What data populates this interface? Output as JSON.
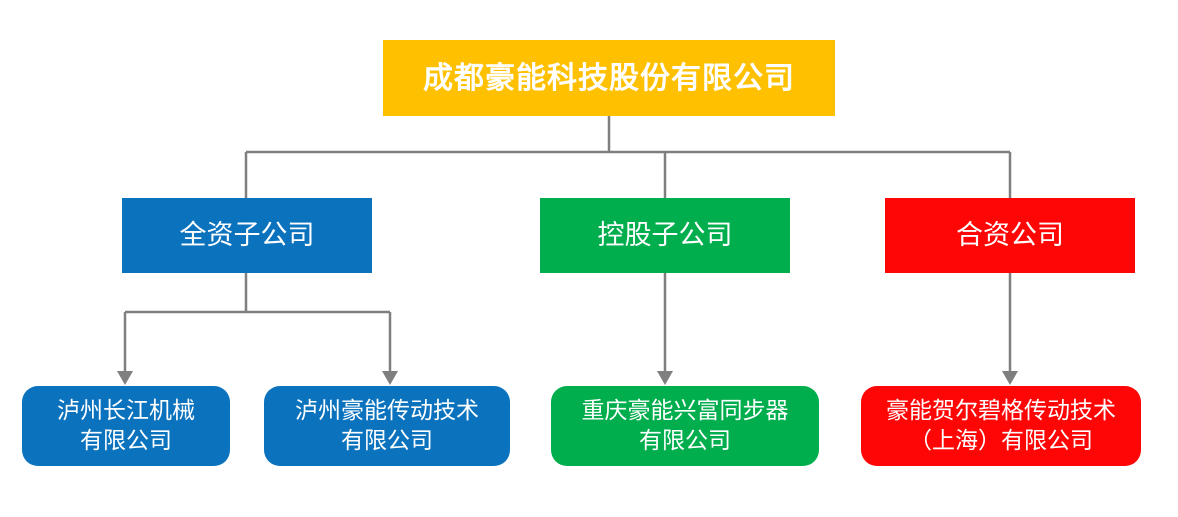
{
  "diagram": {
    "type": "org-chart",
    "background_color": "#FFFFFF",
    "connector_color": "#7F7F7F",
    "root": {
      "label": "成都豪能科技股份有限公司",
      "color": "#FFC000",
      "text_color": "#FFFFFF"
    },
    "groups": [
      {
        "label": "全资子公司",
        "color": "#0B72BE",
        "text_color": "#FFFFFF"
      },
      {
        "label": "控股子公司",
        "color": "#00AE4D",
        "text_color": "#FFFFFF"
      },
      {
        "label": "合资公司",
        "color": "#FE0606",
        "text_color": "#FFFFFF"
      }
    ],
    "subsidiaries": [
      {
        "line1": "泸州长江机械",
        "line2": "有限公司",
        "parent": "全资子公司",
        "color": "#0B72BE"
      },
      {
        "line1": "泸州豪能传动技术",
        "line2": "有限公司",
        "parent": "全资子公司",
        "color": "#0B72BE"
      },
      {
        "line1": "重庆豪能兴富同步器",
        "line2": "有限公司",
        "parent": "控股子公司",
        "color": "#00AE4D"
      },
      {
        "line1": "豪能贺尔碧格传动技术",
        "line2": "（上海）有限公司",
        "parent": "合资公司",
        "color": "#FE0606"
      }
    ]
  }
}
